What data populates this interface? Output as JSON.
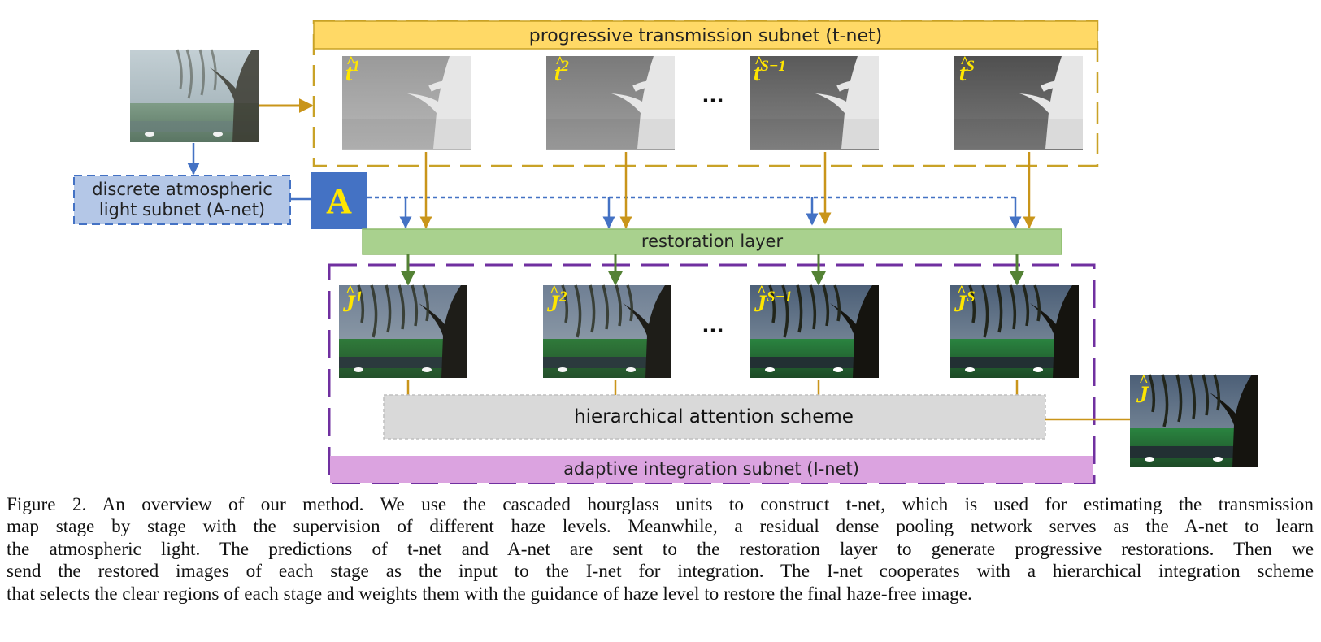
{
  "tnet": {
    "label": "progressive transmission subnet (t-net)"
  },
  "anet": {
    "label_line1": "discrete atmospheric",
    "label_line2": "light subnet (A-net)",
    "a_symbol": "A"
  },
  "restoration": {
    "label": "restoration layer"
  },
  "attention": {
    "label": "hierarchical attention scheme"
  },
  "inet": {
    "label": "adaptive integration subnet (I-net)"
  },
  "ellipsis": "...",
  "tmaps": [
    {
      "base": "t",
      "sup": "1"
    },
    {
      "base": "t",
      "sup": "2"
    },
    {
      "base": "t",
      "sup": "S−1"
    },
    {
      "base": "t",
      "sup": "S"
    }
  ],
  "jmaps": [
    {
      "base": "J",
      "sup": "1"
    },
    {
      "base": "J",
      "sup": "2"
    },
    {
      "base": "J",
      "sup": "S−1"
    },
    {
      "base": "J",
      "sup": "S"
    }
  ],
  "final_output": {
    "base": "J",
    "sup": ""
  },
  "caption": {
    "lines": [
      "Figure 2. An overview of our method. We use the cascaded hourglass units to construct t-net, which is used for estimating the transmission",
      "map stage by stage with the supervision of different haze levels. Meanwhile, a residual dense pooling network serves as the A-net to learn",
      "the atmospheric light. The predictions of t-net and A-net are sent to the restoration layer to generate progressive restorations. Then we",
      "send the restored images of each stage as the input to the I-net for integration. The I-net cooperates with a hierarchical integration scheme",
      "that selects the clear regions of each stage and weights them with the guidance of haze level to restore the final haze-free image."
    ]
  },
  "colors": {
    "tnet_fill": "#ffd966",
    "tnet_border": "#c9a227",
    "anet_fill": "#b4c7e7",
    "anet_border": "#4472c4",
    "a_box": "#4472c4",
    "a_text": "#ffe600",
    "restoration_fill": "#a9d18e",
    "restoration_border": "#8fbc6f",
    "attention_fill": "#d9d9d9",
    "inet_fill": "#dba3e0",
    "inet_border": "#7030a0",
    "arrow_gold": "#c9951a",
    "arrow_blue": "#4472c4",
    "arrow_green": "#548235",
    "label_yellow": "#ffe600"
  }
}
